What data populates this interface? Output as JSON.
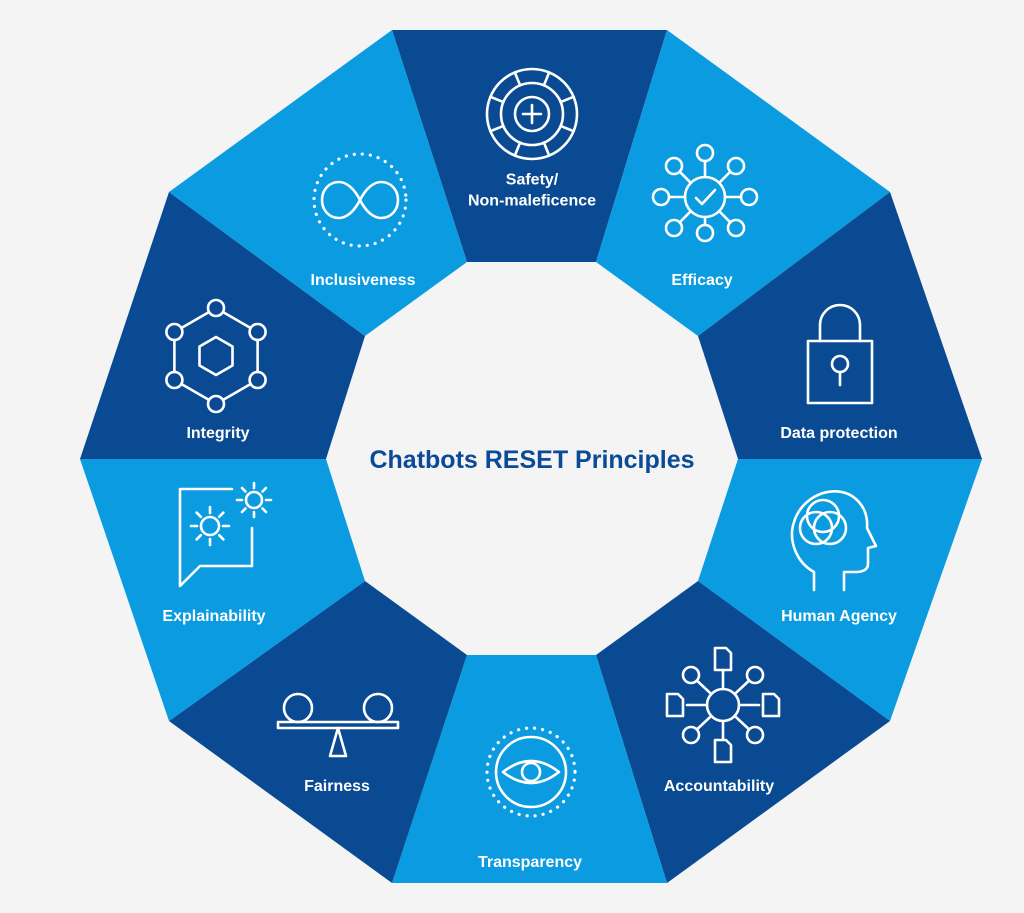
{
  "colors": {
    "background": "#f4f4f5",
    "dark_blue": "#0a4a93",
    "light_blue": "#0a9be0",
    "icon_stroke": "#ffffff",
    "center_text": "#0b4a96"
  },
  "diagram": {
    "center_title": "Chatbots RESET Principles",
    "segments": [
      {
        "id": "safety",
        "label_lines": [
          "Safety/",
          "Non-maleficence"
        ],
        "icon": "medical-cross-circle-icon",
        "shade": "dark_blue"
      },
      {
        "id": "efficacy",
        "label_lines": [
          "Efficacy"
        ],
        "icon": "network-check-icon",
        "shade": "light_blue"
      },
      {
        "id": "data-protection",
        "label_lines": [
          "Data protection"
        ],
        "icon": "padlock-icon",
        "shade": "dark_blue"
      },
      {
        "id": "human-agency",
        "label_lines": [
          "Human Agency"
        ],
        "icon": "head-circles-icon",
        "shade": "light_blue"
      },
      {
        "id": "accountability",
        "label_lines": [
          "Accountability"
        ],
        "icon": "hub-documents-icon",
        "shade": "dark_blue"
      },
      {
        "id": "transparency",
        "label_lines": [
          "Transparency"
        ],
        "icon": "eye-circle-icon",
        "shade": "light_blue"
      },
      {
        "id": "fairness",
        "label_lines": [
          "Fairness"
        ],
        "icon": "balance-scale-icon",
        "shade": "dark_blue"
      },
      {
        "id": "explainability",
        "label_lines": [
          "Explainability"
        ],
        "icon": "speech-bubble-light-icon",
        "shade": "light_blue"
      },
      {
        "id": "integrity",
        "label_lines": [
          "Integrity"
        ],
        "icon": "hexagon-network-icon",
        "shade": "dark_blue"
      },
      {
        "id": "inclusiveness",
        "label_lines": [
          "Inclusiveness"
        ],
        "icon": "infinity-circle-icon",
        "shade": "light_blue"
      }
    ]
  }
}
